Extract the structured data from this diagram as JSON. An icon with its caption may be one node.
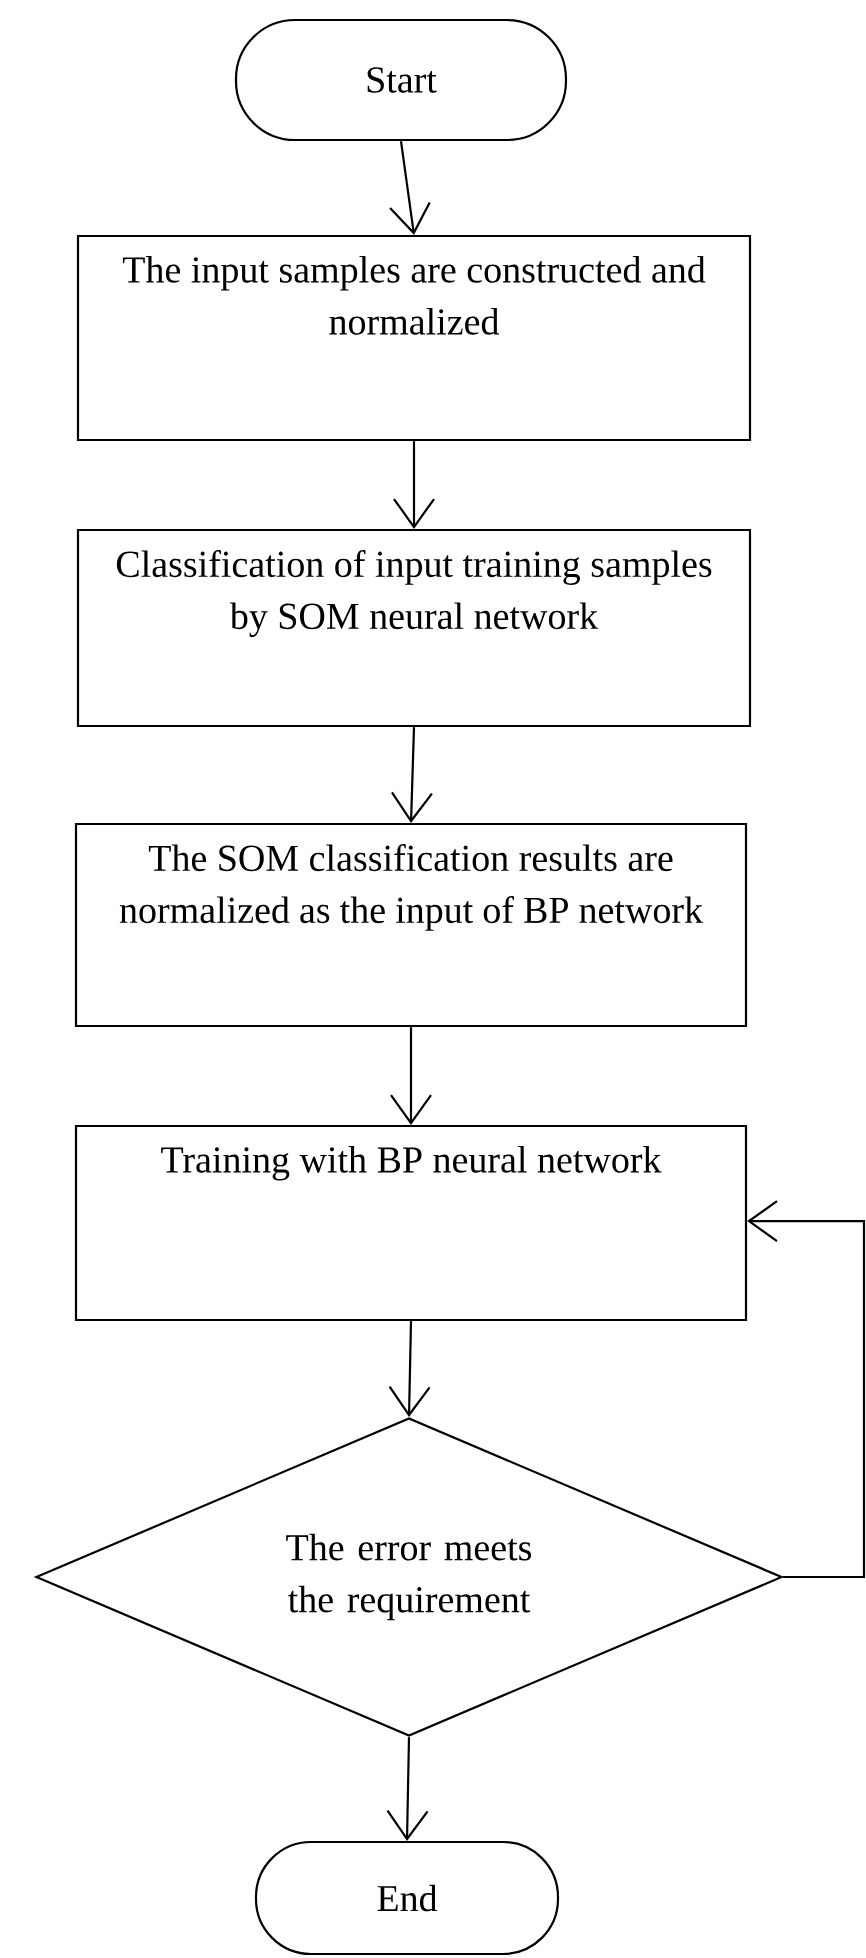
{
  "diagram": {
    "nodes": [
      {
        "text": [
          "Start"
        ]
      },
      {
        "text": [
          "The input samples are constructed and normalized"
        ]
      },
      {
        "text": [
          "Classification of input training samples by SOM neural network"
        ]
      },
      {
        "text": [
          "The SOM classification results are normalized as the input of BP network"
        ]
      },
      {
        "text": [
          "Training with BP neural network"
        ]
      },
      {
        "text": [
          "The error meets the requirement"
        ]
      },
      {
        "text": [
          "End"
        ]
      }
    ],
    "edges": [
      {
        "from": 0,
        "to": 1,
        "arrow": "to"
      },
      {
        "from": 1,
        "to": 2,
        "arrow": "to"
      },
      {
        "from": 2,
        "to": 3,
        "arrow": "to"
      },
      {
        "from": 3,
        "to": 4,
        "arrow": "to"
      },
      {
        "from": 4,
        "to": 5,
        "arrow": "to"
      },
      {
        "from": 5,
        "to": 4,
        "arrow": "to"
      },
      {
        "from": 5,
        "to": 6,
        "arrow": "to"
      }
    ]
  }
}
